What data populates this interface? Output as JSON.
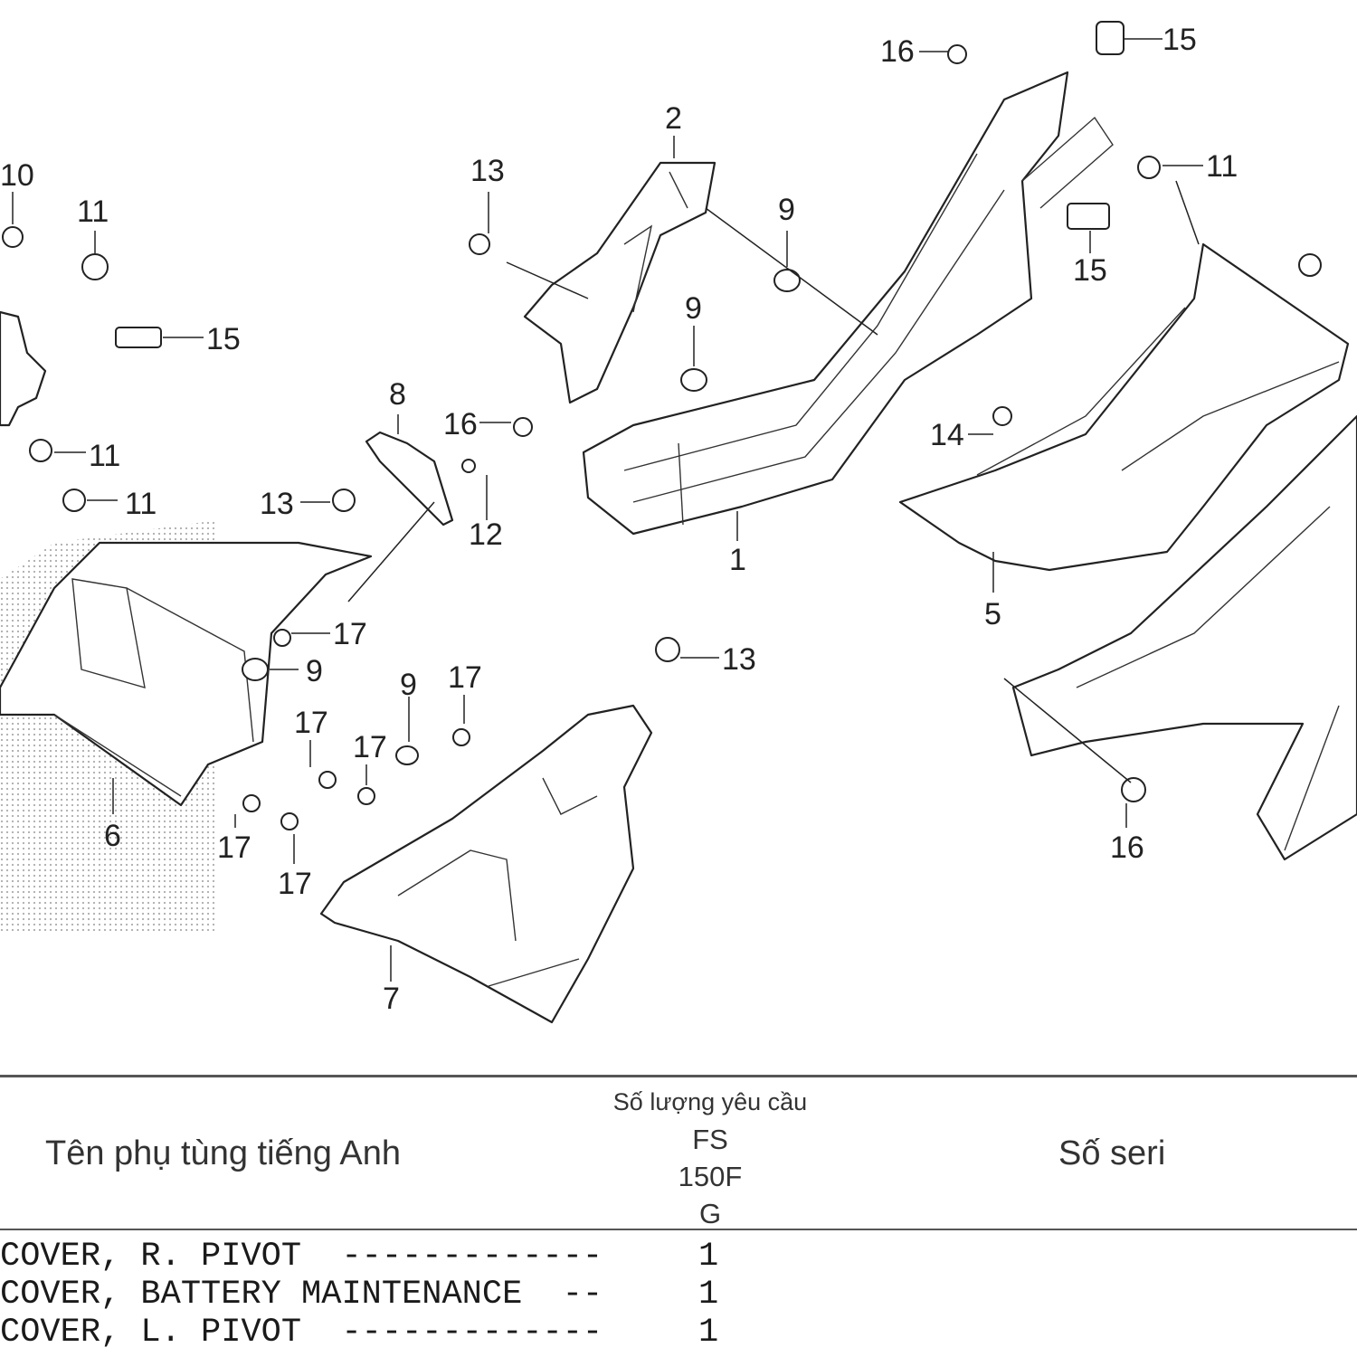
{
  "diagram": {
    "callouts": {
      "c1": "1",
      "c2": "2",
      "c5": "5",
      "c6": "6",
      "c7": "7",
      "c8": "8",
      "c9a": "9",
      "c9b": "9",
      "c9c": "9",
      "c9d": "9",
      "c10": "10",
      "c11a": "11",
      "c11b": "11",
      "c11c": "11",
      "c11d": "11",
      "c12": "12",
      "c13a": "13",
      "c13b": "13",
      "c13c": "13",
      "c14": "14",
      "c15a": "15",
      "c15b": "15",
      "c15c": "15",
      "c16a": "16",
      "c16b": "16",
      "c16c": "16",
      "c17a": "17",
      "c17b": "17",
      "c17c": "17",
      "c17d": "17",
      "c17e": "17",
      "c17f": "17"
    }
  },
  "table": {
    "header": {
      "part_name": "Tên phụ tùng tiếng Anh",
      "qty_title": "Số lượng yêu cầu",
      "qty_line1": "FS",
      "qty_line2": "150F",
      "qty_line3": "G",
      "serial": "Số seri"
    },
    "rows": [
      {
        "name": "COVER, R. PIVOT  -------------",
        "qty": "1"
      },
      {
        "name": "COVER, BATTERY MAINTENANCE  --",
        "qty": "1"
      },
      {
        "name": "COVER, L. PIVOT  -------------",
        "qty": "1"
      }
    ]
  }
}
